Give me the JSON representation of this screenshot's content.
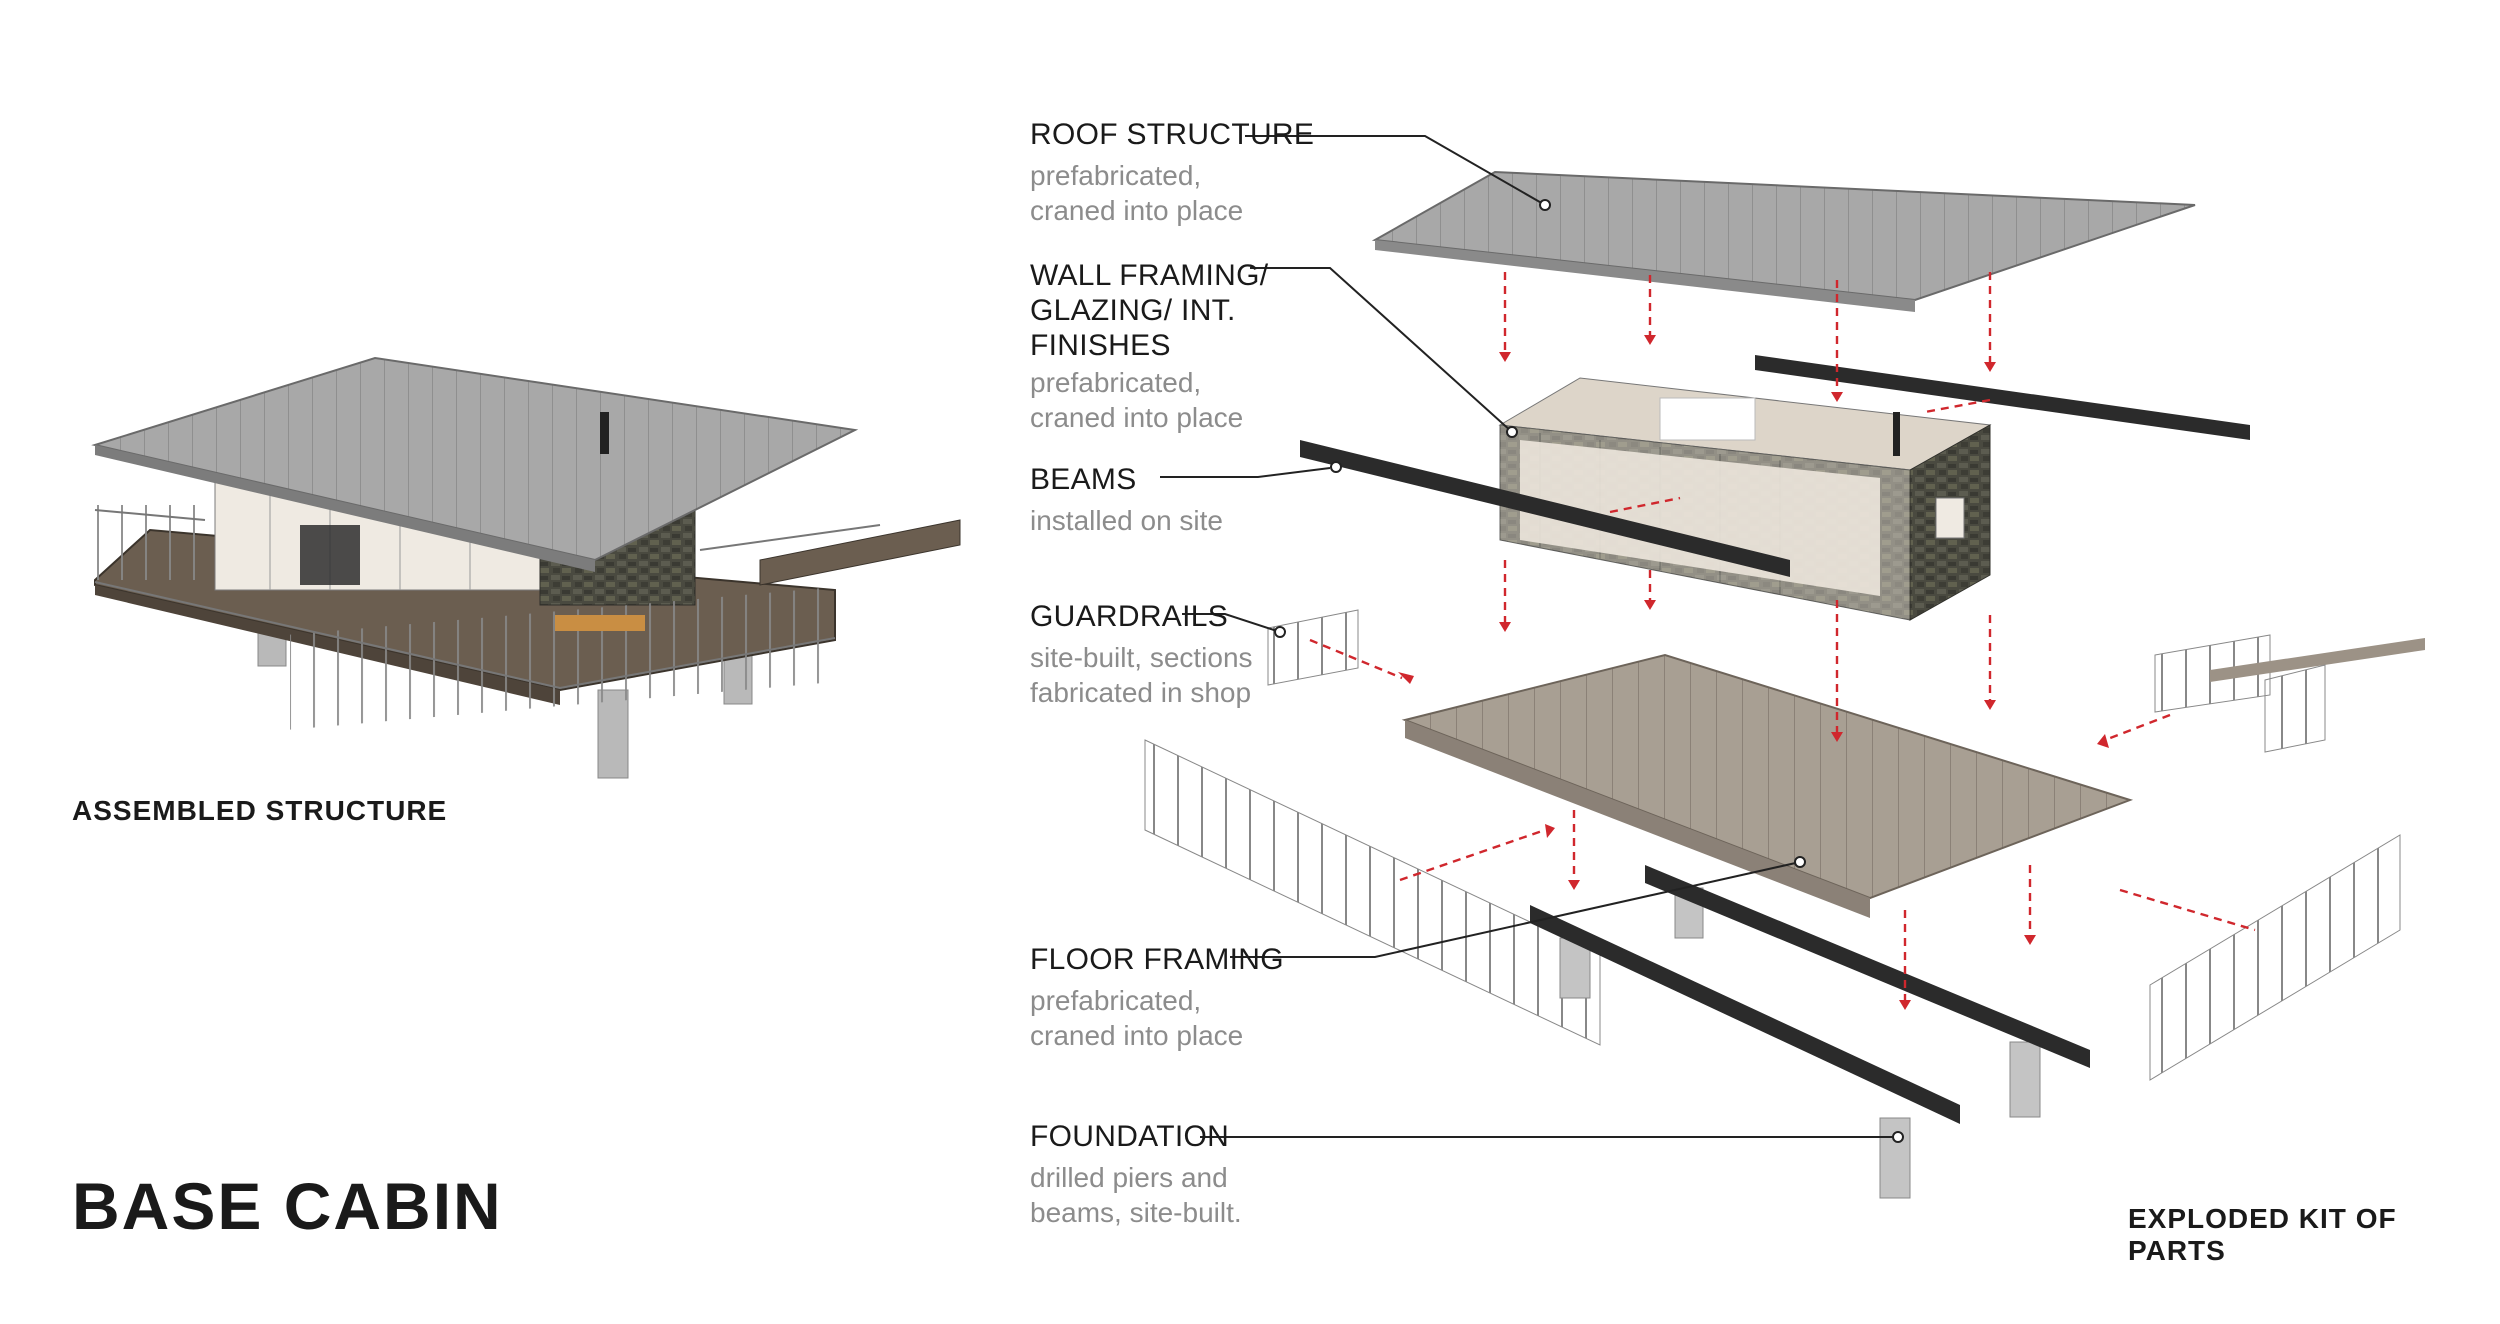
{
  "page_title": "BASE CABIN",
  "captions": {
    "assembled": "ASSEMBLED STRUCTURE",
    "exploded": "EXPLODED KIT OF PARTS"
  },
  "labels": {
    "roof": {
      "title": "ROOF STRUCTURE",
      "lines": [
        "prefabricated,",
        "craned into place"
      ]
    },
    "wall": {
      "title_lines": [
        "WALL FRAMING/",
        "GLAZING/ INT.",
        "FINISHES"
      ],
      "lines": [
        "prefabricated,",
        "craned into place"
      ]
    },
    "beams": {
      "title": "BEAMS",
      "lines": [
        "installed on site"
      ]
    },
    "guardrails": {
      "title": "GUARDRAILS",
      "lines": [
        "site-built, sections",
        "fabricated in shop"
      ]
    },
    "floor": {
      "title": "FLOOR FRAMING",
      "lines": [
        "prefabricated,",
        "craned into place"
      ]
    },
    "foundation": {
      "title": "FOUNDATION",
      "lines": [
        "drilled piers and",
        "beams, site-built."
      ]
    }
  },
  "colors": {
    "roof": "#a6a6a6",
    "deck": "#6e6357",
    "stone": "#4a4a40",
    "beam": "#2b2b2b",
    "arrow": "#d0272d",
    "leader": "#222222"
  }
}
